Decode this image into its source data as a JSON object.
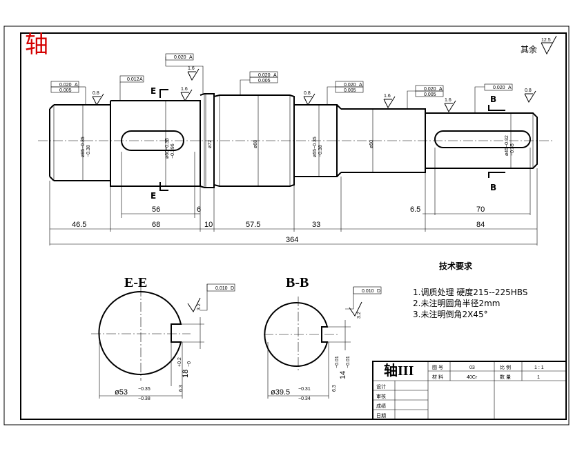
{
  "corner_label": "轴",
  "surface_other": "其余",
  "surface_other_value": "12.5",
  "roughness": {
    "r08": "0.8",
    "r16": "1.6"
  },
  "tolerances": {
    "t0020": "0.020",
    "t0010": "0.010",
    "t0005": "0.005",
    "t0012": "0.012",
    "datA": "A",
    "datD": "D"
  },
  "section_marks": {
    "E": "E",
    "B": "B",
    "EE": "E-E",
    "BB": "B-B"
  },
  "diameters": {
    "d1": "ø95-0.35\n-0.38",
    "d1a": "ø95−0.35",
    "d1b": "−0.38",
    "d2a": "ø60−0.35",
    "d2b": "−0.396",
    "d3": "ø72",
    "d4": "ø68",
    "d5a": "ø55−0.35",
    "d5b": "−0.38",
    "d6": "ø50",
    "d7a": "ø45−0.32",
    "d7b": "−0.35"
  },
  "lengths": {
    "l56": "56",
    "l6a": "6",
    "l6_5": "6.5",
    "l70": "70",
    "l46_5": "46.5",
    "l68": "68",
    "l10": "10",
    "l57_5": "57.5",
    "l33": "33",
    "l84": "84",
    "l364": "364"
  },
  "section_ee": {
    "dia_main": "ø53",
    "dia_up": "−0.35",
    "dia_low": "−0.38",
    "key": "18",
    "key_up": "+0.2",
    "key_low": "−0",
    "r63": "6.3",
    "r32": "3.2"
  },
  "section_bb": {
    "dia_main": "ø39.5",
    "dia_up": "−0.31",
    "dia_low": "−0.34",
    "key": "14",
    "key_up": "−0.01",
    "key_low": "−0.01",
    "r63": "6.3",
    "r32": "3.2"
  },
  "tech_req": {
    "title": "技术要求",
    "items": [
      "1.调质处理  硬度215--225HBS",
      "2.未注明圆角半径2mm",
      "3.未注明倒角2X45°"
    ]
  },
  "title_block": {
    "part": "轴III",
    "drawing_no_label": "图 号",
    "drawing_no": "03",
    "scale_label": "比 例",
    "scale": "1 : 1",
    "material_label": "材 料",
    "material": "40Cr",
    "qty_label": "数 量",
    "qty": "1",
    "rows": [
      "设计",
      "审核",
      "成绩",
      "日期"
    ]
  }
}
